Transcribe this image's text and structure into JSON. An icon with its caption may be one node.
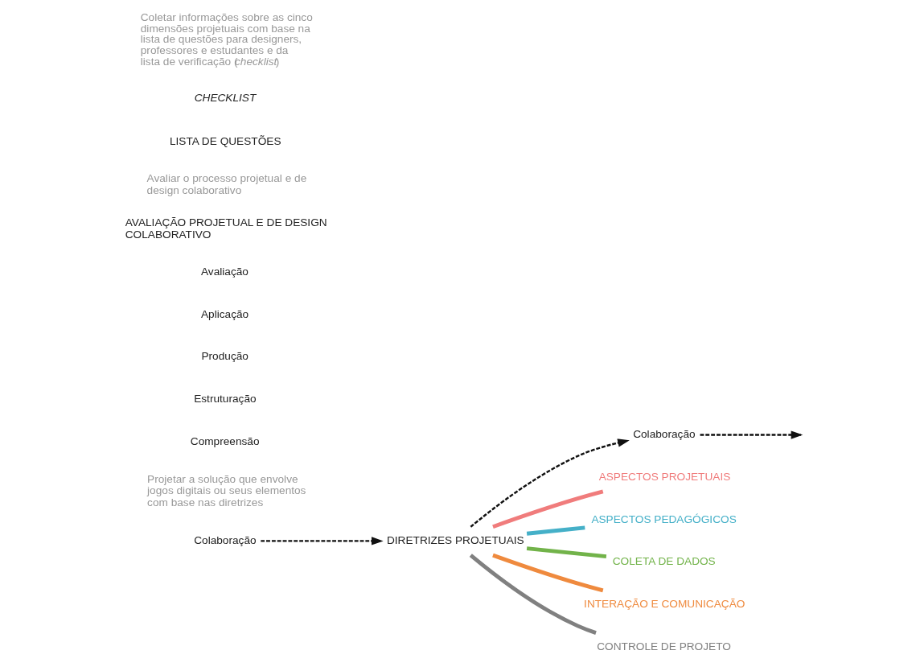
{
  "diagram": {
    "nodes": [
      {
        "text": [
          "Colaboração"
        ]
      },
      {
        "text": [
          "DIRETRIZES PROJETUAIS"
        ]
      },
      {
        "text": [
          "Colaboração"
        ]
      },
      {
        "text": [
          "ASPECTOS PROJETUAIS"
        ]
      },
      {
        "text": [
          "ASPECTOS PEDAGÓGICOS"
        ]
      },
      {
        "text": [
          "COLETA DE DADOS"
        ]
      },
      {
        "text": [
          "INTERAÇÃO E COMUNICAÇÃO"
        ]
      },
      {
        "text": [
          "CONTROLE DE PROJETO"
        ]
      }
    ],
    "edges": [
      {
        "from": 1,
        "to": 0,
        "arrow": "to",
        "style": "dashed"
      },
      {
        "from": 0,
        "to": null,
        "arrow": "to",
        "style": "dashed"
      },
      {
        "from": 2,
        "to": 1,
        "arrow": "to",
        "style": "dashed"
      },
      {
        "from": 1,
        "to": 3,
        "arrow": "none",
        "color": "#f07c7c"
      },
      {
        "from": 1,
        "to": 4,
        "arrow": "none",
        "color": "#45b0c8"
      },
      {
        "from": 1,
        "to": 5,
        "arrow": "none",
        "color": "#72b34a"
      },
      {
        "from": 1,
        "to": 6,
        "arrow": "none",
        "color": "#ef8a3e"
      },
      {
        "from": 1,
        "to": 7,
        "arrow": "none",
        "color": "#808080"
      }
    ],
    "labels": [
      "Projetar a solução que envolve jogos digitais ou seus elementos com base nas diretrizes",
      "Compreensão",
      "Estruturação",
      "Produção",
      "Aplicação",
      "Avaliação",
      "AVALIAÇÃO PROJETUAL E DE DESIGN COLABORATIVO",
      "Avaliar o processo projetual e de design colaborativo",
      "LISTA DE QUESTÕES",
      "CHECKLIST",
      "Coletar informações sobre as cinco dimensões projetuais com base na lista de questões para designers, professores e estudantes e da lista de verificação (*checklist*)"
    ]
  }
}
